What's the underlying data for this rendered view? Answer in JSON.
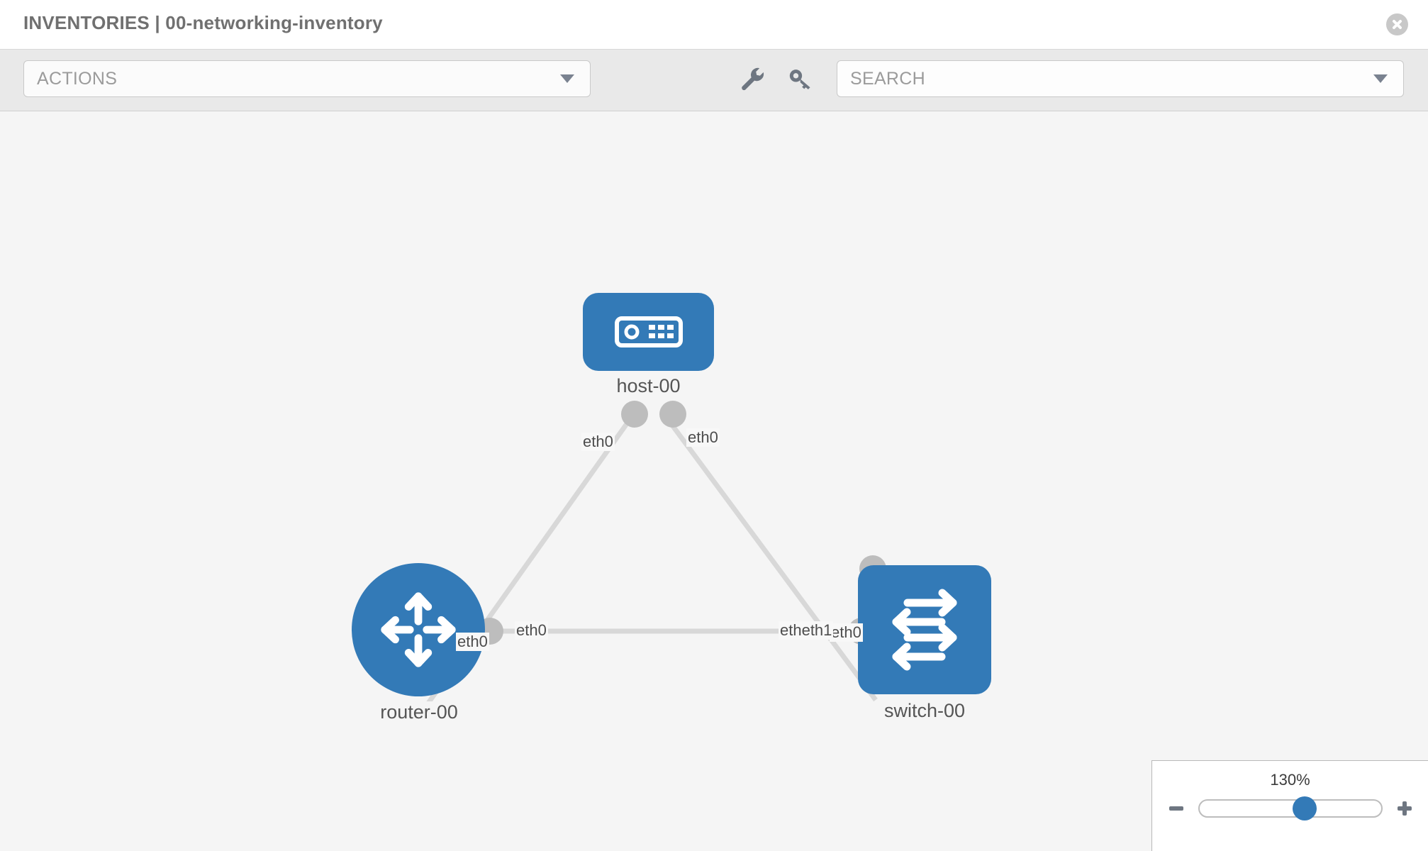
{
  "header": {
    "title": "INVENTORIES | 00-networking-inventory",
    "close_icon": "close-icon"
  },
  "toolbar": {
    "actions_label": "ACTIONS",
    "actions_caret_icon": "chevron-down-icon",
    "wrench_icon": "wrench-icon",
    "key_icon": "key-icon",
    "search_placeholder": "SEARCH",
    "search_value": "",
    "search_caret_icon": "chevron-down-icon"
  },
  "topology": {
    "nodes": [
      {
        "id": "host-00",
        "label": "host-00",
        "type": "host",
        "icon": "server-icon",
        "shape": "rounded",
        "color": "#337ab7"
      },
      {
        "id": "router-00",
        "label": "router-00",
        "type": "router",
        "icon": "router-icon",
        "shape": "circle",
        "color": "#337ab7"
      },
      {
        "id": "switch-00",
        "label": "switch-00",
        "type": "switch",
        "icon": "switch-icon",
        "shape": "rounded",
        "color": "#337ab7"
      }
    ],
    "links": [
      {
        "from": "host-00",
        "from_port": "eth0",
        "to": "router-00",
        "to_port": "eth0"
      },
      {
        "from": "host-00",
        "from_port": "eth0",
        "to": "switch-00",
        "to_port": "eth0"
      },
      {
        "from": "router-00",
        "from_port": "eth0",
        "to": "switch-00",
        "to_port": "etheth1"
      }
    ],
    "edge_labels": {
      "host_left": "eth0",
      "host_right": "eth0",
      "router_up": "eth0",
      "switch_up": "eth0",
      "router_right": "eth0",
      "switch_left": "etheth1"
    },
    "link_color": "#d8d8d8",
    "port_color": "#bdbdbd"
  },
  "zoom_control": {
    "value_label": "130%",
    "minus_icon": "minus-icon",
    "plus_icon": "plus-icon",
    "slider_percent": 58
  }
}
